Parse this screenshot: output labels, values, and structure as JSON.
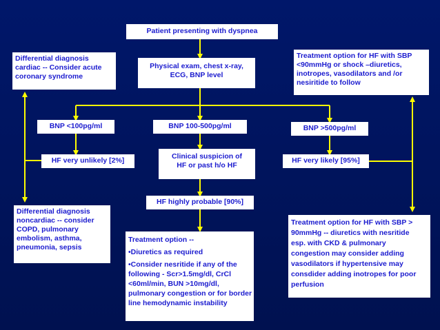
{
  "colors": {
    "background": "#00135a",
    "box": "#ffffff",
    "text": "#1c1ccf",
    "connector": "#ffff00"
  },
  "nodes": {
    "start": [
      "Patient presenting with dyspnea"
    ],
    "exam": [
      "Physical exam, chest x-ray,",
      "ECG, BNP level"
    ],
    "diff_cardiac": [
      "Differential diagnosis",
      "cardiac -- Consider acute",
      "coronary syndrome"
    ],
    "treat_low_sbp": [
      "Treatment option for HF with SBP",
      "<90mmHg or shock –diuretics,",
      "inotropes, vasodilators and /or",
      "nesiritide to follow"
    ],
    "bnp_low": [
      "BNP <100pg/ml"
    ],
    "bnp_mid": [
      "BNP 100-500pg/ml"
    ],
    "bnp_high": [
      "BNP >500pg/ml"
    ],
    "hf_unlikely": [
      "HF very unlikely [2%]"
    ],
    "clinical_suspicion": [
      "Clinical suspicion of",
      "HF or past h/o HF"
    ],
    "hf_likely": [
      "HF very likely [95%]"
    ],
    "hf_probable": [
      "HF highly probable [90%]"
    ],
    "diff_noncardiac": [
      "Differential diagnosis",
      "noncardiac -- consider",
      "COPD, pulmonary",
      "embolism, asthma,",
      "pneumonia, sepsis"
    ],
    "treat_high_sbp": [
      "Treatment option for HF with SBP >",
      "90mmHg -- diuretics with nesritide",
      "esp. with CKD & pulmonary",
      "congestion may consider adding",
      "vasodilators if hypertensive may",
      "consdider adding inotropes for poor",
      "perfusion"
    ],
    "treat_option": [
      "Treatment option --",
      "",
      "•Diuretics as required",
      "",
      "•Consider nesritide if any of the",
      "following  - Scr>1.5mg/dl, CrCl",
      "<60ml/min, BUN >10mg/dl,",
      "pulmonary congestion or for border",
      "line hemodynamic instability"
    ]
  }
}
